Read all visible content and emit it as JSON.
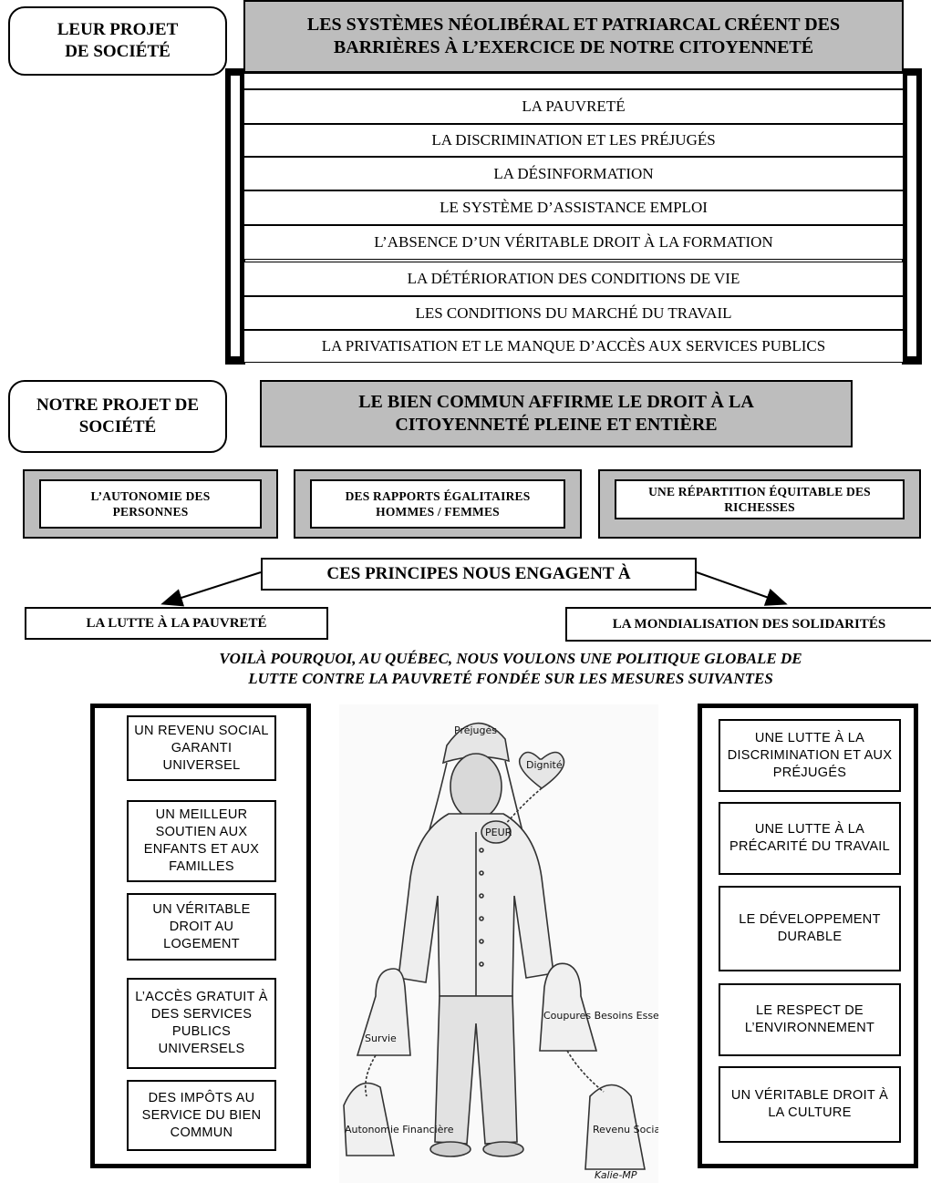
{
  "leur_projet": {
    "label": "LEUR PROJET DE SOCIÉTÉ",
    "banner": "LES SYSTÈMES NÉOLIBÉRAL ET PATRIARCAL CRÉENT DES BARRIÈRES À L’EXERCICE DE NOTRE CITOYENNETÉ",
    "barriers": [
      "LA PAUVRETÉ",
      "LA DISCRIMINATION ET LES PRÉJUGÉS",
      "LA DÉSINFORMATION",
      "LE SYSTÈME D’ASSISTANCE EMPLOI",
      "L’ABSENCE D’UN VÉRITABLE DROIT À LA FORMATION",
      "LA DÉTÉRIORATION DES CONDITIONS DE VIE",
      "LES CONDITIONS DU MARCHÉ DU TRAVAIL",
      "LA PRIVATISATION ET LE MANQUE D’ACCÈS AUX SERVICES PUBLICS"
    ]
  },
  "notre_projet": {
    "label": "NOTRE PROJET DE SOCIÉTÉ",
    "banner": "LE BIEN COMMUN AFFIRME LE DROIT À LA CITOYENNETÉ PLEINE ET ENTIÈRE",
    "principles": [
      "L’AUTONOMIE DES PERSONNES",
      "DES RAPPORTS ÉGALITAIRES HOMMES / FEMMES",
      "UNE RÉPARTITION ÉQUITABLE DES RICHESSES"
    ]
  },
  "engagement": {
    "title": "CES PRINCIPES NOUS ENGAGENT À",
    "left": "LA LUTTE À LA PAUVRETÉ",
    "right": "LA MONDIALISATION DES SOLIDARITÉS"
  },
  "voila": {
    "line1": "VOILÀ POURQUOI, AU QUÉBEC, NOUS VOULONS UNE POLITIQUE GLOBALE DE",
    "line2": "LUTTE CONTRE LA PAUVRETÉ FONDÉE SUR LES MESURES SUIVANTES"
  },
  "measures_left": [
    "UN REVENU SOCIAL GARANTI UNIVERSEL",
    "UN MEILLEUR SOUTIEN AUX ENFANTS ET AUX FAMILLES",
    "UN VÉRITABLE DROIT AU LOGEMENT",
    "L’ACCÈS GRATUIT À DES SERVICES PUBLICS UNIVERSELS",
    "DES IMPÔTS AU SERVICE DU BIEN COMMUN"
  ],
  "measures_right": [
    "UNE LUTTE À LA DISCRIMINATION ET AUX PRÉJUGÉS",
    "UNE LUTTE À LA PRÉCARITÉ DU TRAVAIL",
    "LE DÉVELOPPEMENT DURABLE",
    "LE RESPECT DE L’ENVIRONNEMENT",
    "UN VÉRITABLE DROIT À LA CULTURE"
  ],
  "illustration": {
    "hat": "Préjugés",
    "heart": "Dignité",
    "chest": "PEUR",
    "bag_left": "Survie",
    "bag_right": "Coupures Besoins Essentiels",
    "small_bag_left": "Autonomie Financière",
    "small_bag_right": "Revenu Social Garanti",
    "signature": "Kalie-MP"
  }
}
